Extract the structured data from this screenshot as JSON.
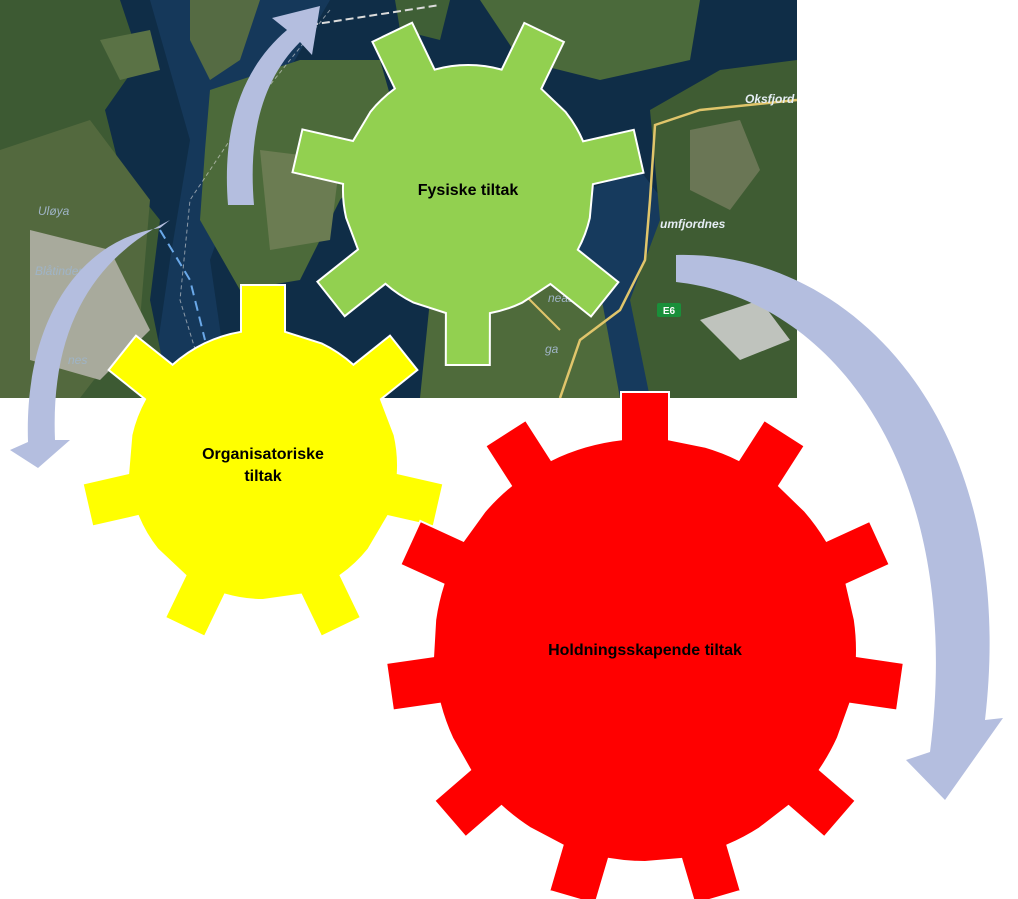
{
  "diagram": {
    "gears": [
      {
        "id": "fysiske",
        "lines": [
          "Fysiske tiltak"
        ],
        "color": "#92d050"
      },
      {
        "id": "organisatoriske",
        "lines": [
          "Organisatoriske",
          "tiltak"
        ],
        "color": "#ffff00"
      },
      {
        "id": "holdningsskapende",
        "lines": [
          "Holdningsskapende tiltak"
        ],
        "color": "#ff0000"
      }
    ],
    "arrow_color": "#b4bedf",
    "map": {
      "labels": [
        "Oksfjord",
        "Uløya",
        "Blåtinden",
        "umfjordnes",
        "neas",
        "nes",
        "ga"
      ],
      "road_sign": "E6"
    }
  }
}
